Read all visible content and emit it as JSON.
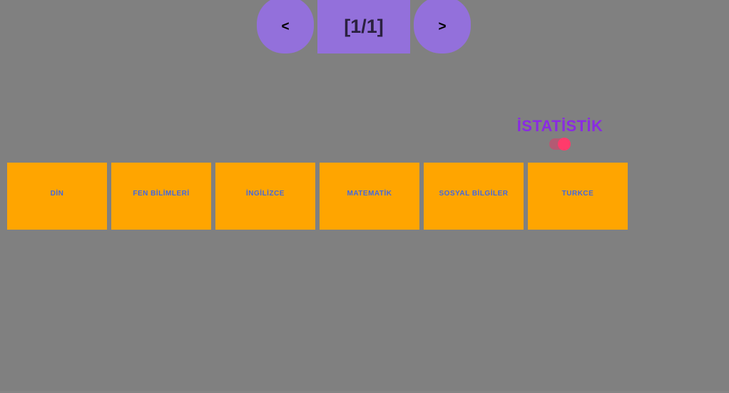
{
  "pager": {
    "prev_label": "<",
    "next_label": ">",
    "count_label": "[1/1]",
    "prev_icon": "chevron-left-icon",
    "next_icon": "chevron-right-icon",
    "color": "#9370DB",
    "count_text_color": "#2b2140"
  },
  "stats": {
    "title": "İSTATİSTİK",
    "title_color": "#8A2BE2",
    "toggle_state": "on",
    "toggle_track_color": "#b35a73",
    "toggle_knob_color": "#FF3B6B"
  },
  "cards": {
    "background_color": "#FFA500",
    "label_color": "#4169E1",
    "items": [
      {
        "label": "DİN"
      },
      {
        "label": "FEN BİLİMLERİ"
      },
      {
        "label": "İNGİLİZCE"
      },
      {
        "label": "MATEMATİK"
      },
      {
        "label": "SOSYAL BİLGİLER"
      },
      {
        "label": "TURKCE"
      }
    ]
  },
  "page": {
    "background_color": "#808080"
  }
}
